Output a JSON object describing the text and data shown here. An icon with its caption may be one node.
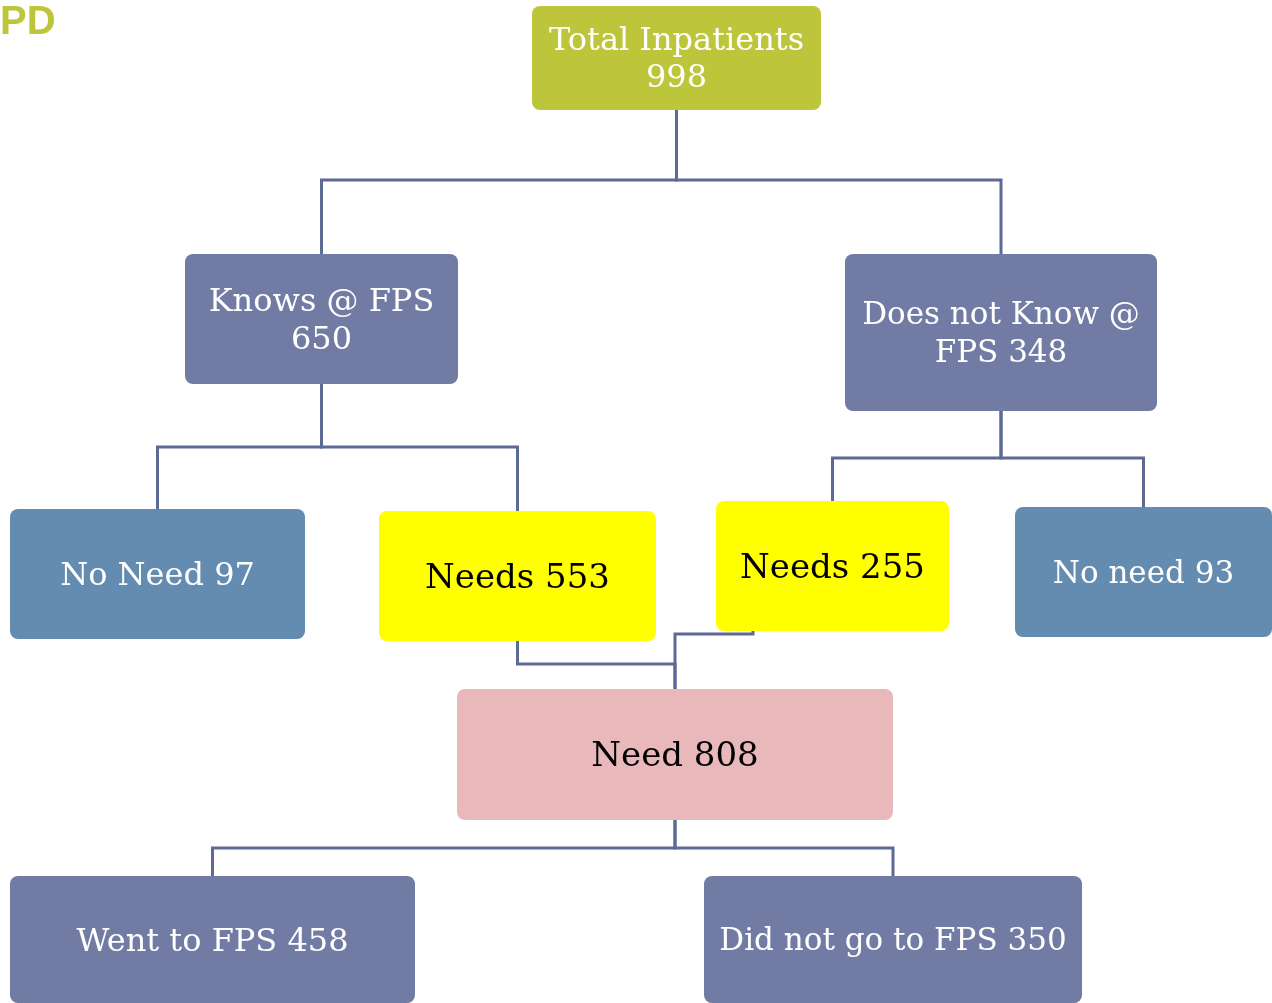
{
  "diagram": {
    "nodes": [
      {
        "text": [
          "Total Inpatients 998"
        ]
      },
      {
        "text": [
          "Knows @ FPS 650"
        ]
      },
      {
        "text": [
          "Does not Know @ FPS 348"
        ]
      },
      {
        "text": [
          "No Need 97"
        ]
      },
      {
        "text": [
          "Needs 553"
        ]
      },
      {
        "text": [
          "Needs 255"
        ]
      },
      {
        "text": [
          "No need 93"
        ]
      },
      {
        "text": [
          "Need 808"
        ]
      },
      {
        "text": [
          "Went to FPS 458"
        ]
      },
      {
        "text": [
          "Did not go to FPS 350"
        ]
      }
    ],
    "edges": [
      {
        "from": 0,
        "to": 1,
        "arrow": "none"
      },
      {
        "from": 0,
        "to": 2,
        "arrow": "none"
      },
      {
        "from": 1,
        "to": 3,
        "arrow": "none"
      },
      {
        "from": 1,
        "to": 4,
        "arrow": "none"
      },
      {
        "from": 2,
        "to": 5,
        "arrow": "none"
      },
      {
        "from": 2,
        "to": 6,
        "arrow": "none"
      },
      {
        "from": 4,
        "to": 7,
        "arrow": "none"
      },
      {
        "from": 5,
        "to": 7,
        "arrow": "none"
      },
      {
        "from": 7,
        "to": 8,
        "arrow": "none"
      },
      {
        "from": 7,
        "to": 9,
        "arrow": "none"
      }
    ],
    "labels": [
      "PD"
    ]
  }
}
